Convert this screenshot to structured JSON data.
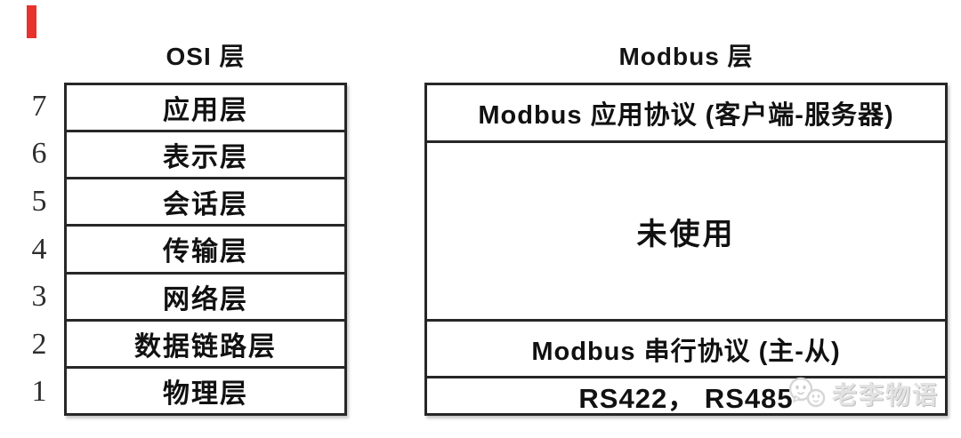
{
  "accent": {
    "red_bar_color": "#e8322d"
  },
  "headers": {
    "left": "OSI 层",
    "right": "Modbus 层"
  },
  "osi": {
    "layers": [
      {
        "num": "7",
        "label": "应用层"
      },
      {
        "num": "6",
        "label": "表示层"
      },
      {
        "num": "5",
        "label": "会话层"
      },
      {
        "num": "4",
        "label": "传输层"
      },
      {
        "num": "3",
        "label": "网络层"
      },
      {
        "num": "2",
        "label": "数据链路层"
      },
      {
        "num": "1",
        "label": "物理层"
      }
    ]
  },
  "modbus": {
    "rows": [
      {
        "label": "Modbus 应用协议 (客户端-服务器)"
      },
      {
        "label": "未使用"
      },
      {
        "label": "Modbus 串行协议 (主-从)"
      },
      {
        "label": "RS422， RS485"
      }
    ]
  },
  "watermark": {
    "text": "老李物语",
    "icon": "wechat-logo-icon"
  }
}
